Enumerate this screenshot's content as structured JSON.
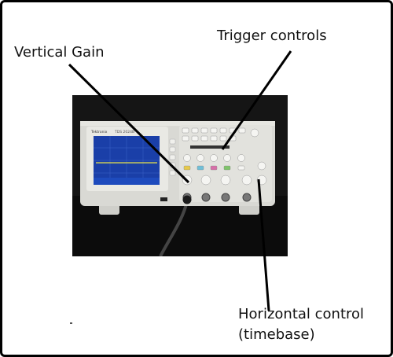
{
  "labels": {
    "vertical_gain": "Vertical Gain",
    "trigger_controls": "Trigger controls",
    "horizontal_control": "Horizontal control",
    "timebase": "(timebase)"
  },
  "device": {
    "brand": "Tektronix",
    "model": "TDS 2024B"
  },
  "colors": {
    "background": "#ffffff",
    "frame": "#000000",
    "leader_lines": "#000000",
    "photo_backdrop": "#151515",
    "scope_body": "#d9d9d4",
    "screen": "#1a3fa8",
    "trace": "#e8e24a"
  },
  "icons": {
    "probe": "coax-probe-cable-icon"
  }
}
